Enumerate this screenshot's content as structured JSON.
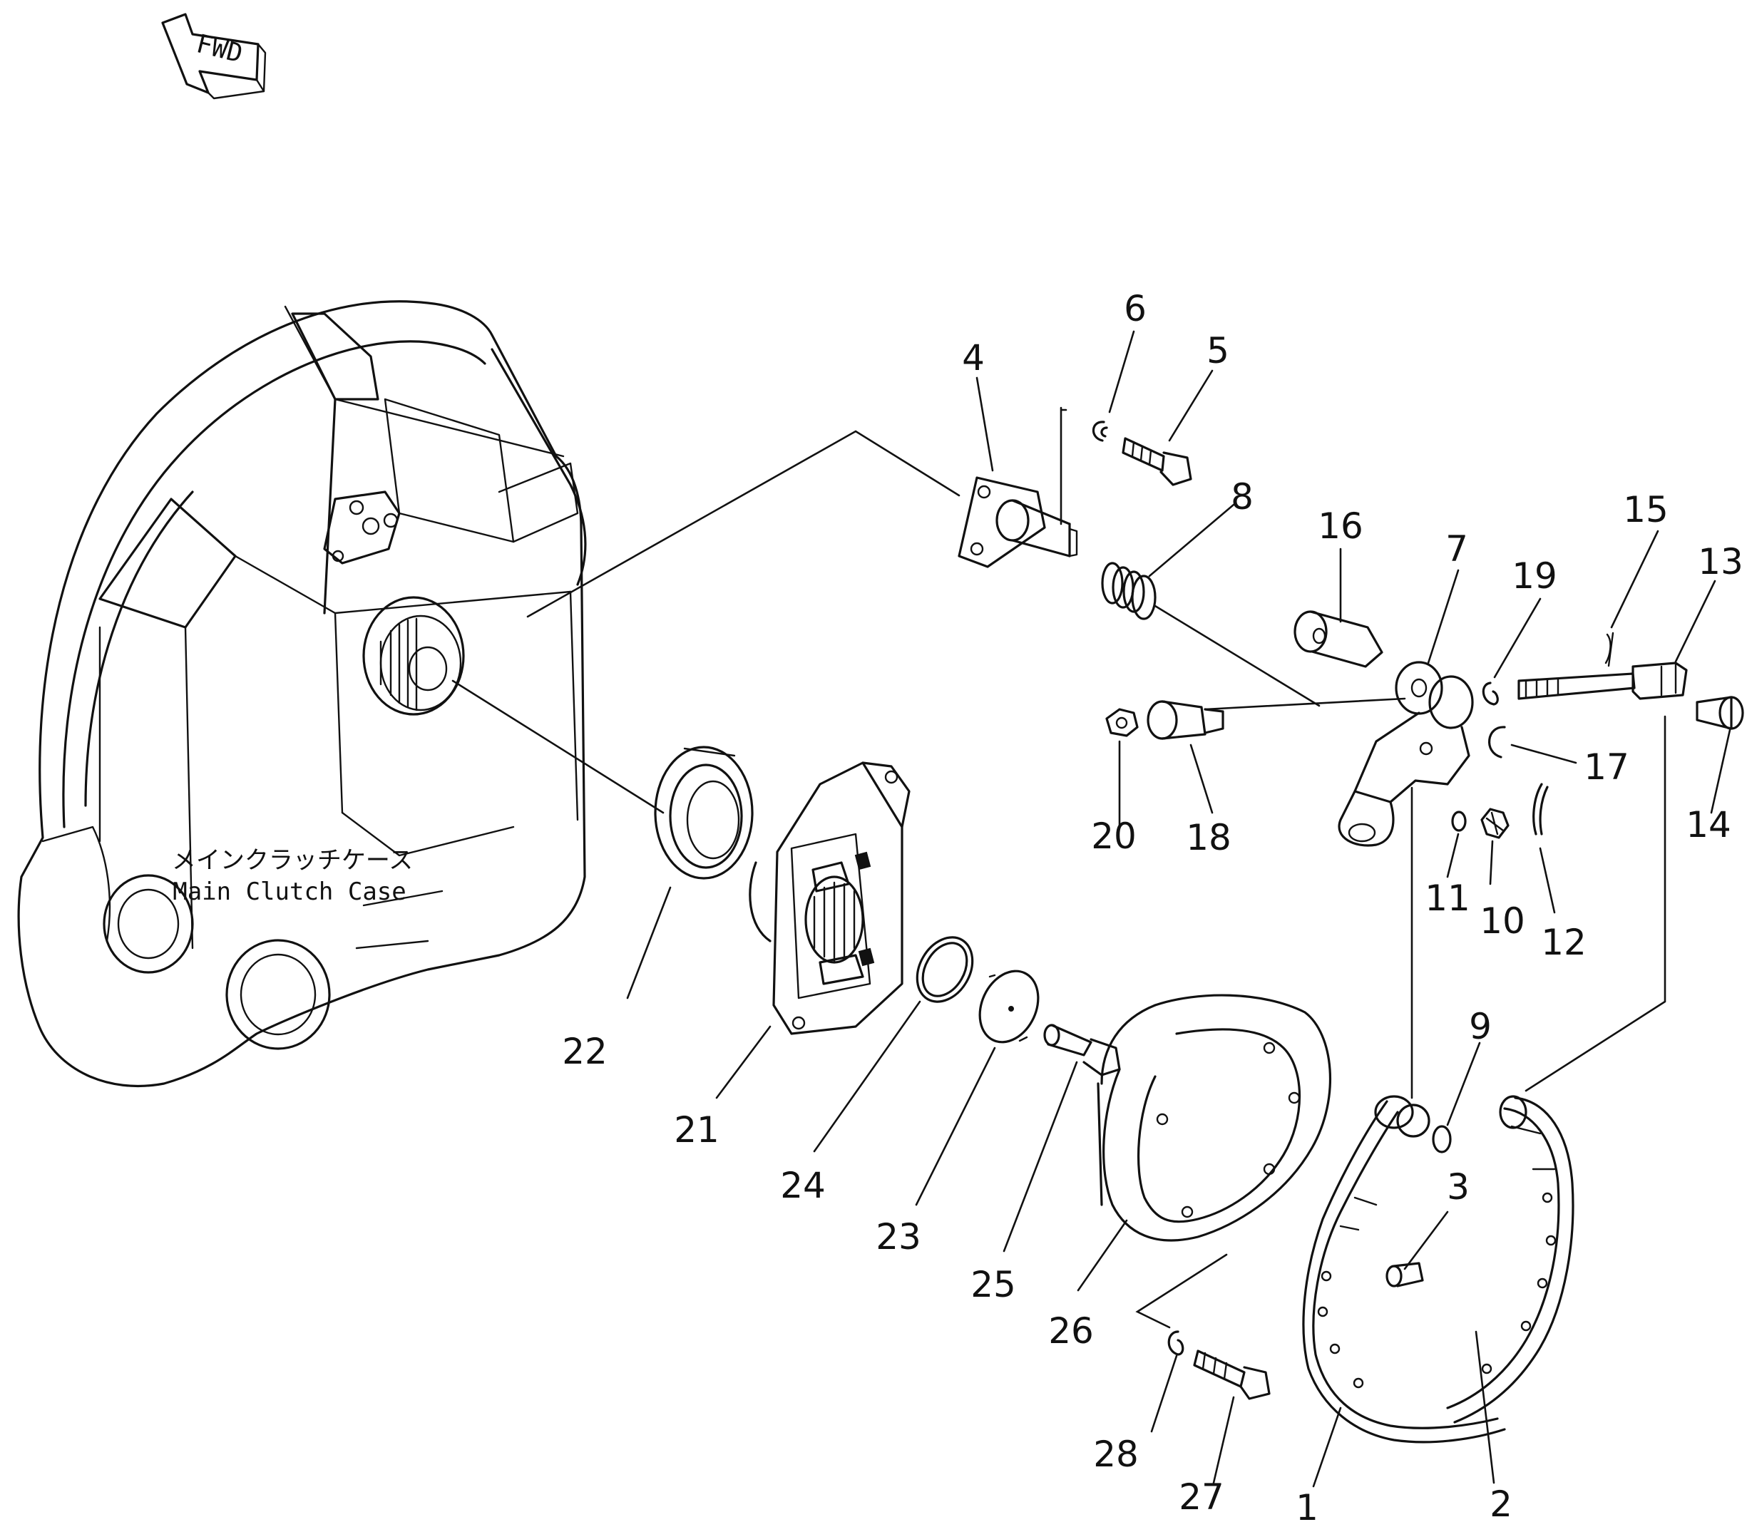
{
  "direction_marker": {
    "label": "FWD",
    "icon": "forward-arrow-icon"
  },
  "case_caption": {
    "japanese": "メインクラッチケース",
    "english": "Main Clutch Case"
  },
  "parts": {
    "p1": "1",
    "p2": "2",
    "p3": "3",
    "p4": "4",
    "p5": "5",
    "p6": "6",
    "p7": "7",
    "p8": "8",
    "p9": "9",
    "p10": "10",
    "p11": "11",
    "p12": "12",
    "p13": "13",
    "p14": "14",
    "p15": "15",
    "p16": "16",
    "p17": "17",
    "p18": "18",
    "p19": "19",
    "p20": "20",
    "p21": "21",
    "p22": "22",
    "p23": "23",
    "p24": "24",
    "p25": "25",
    "p26": "26",
    "p27": "27",
    "p28": "28"
  }
}
